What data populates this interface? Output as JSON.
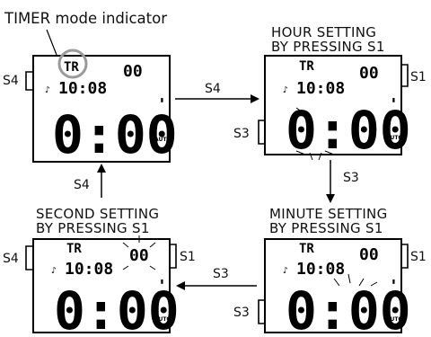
{
  "labels": {
    "timer_indicator": "TIMER mode indicator",
    "hour_setting_1": "HOUR SETTING",
    "hour_setting_2": "BY PRESSING S1",
    "minute_setting_1": "MINUTE SETTING",
    "minute_setting_2": "BY PRESSING S1",
    "second_setting_1": "SECOND SETTING",
    "second_setting_2": "BY PRESSING S1"
  },
  "buttons": {
    "s1": "S1",
    "s3": "S3",
    "s4": "S4"
  },
  "arrows": {
    "a_to_b": "S4",
    "b_to_c": "S3",
    "c_to_d": "S3",
    "d_to_a": "S4"
  },
  "display": {
    "mode": "TR",
    "counter": "00",
    "time": "10:08",
    "timer_value": "0:00",
    "auto": "AUTO",
    "prime": "'"
  }
}
